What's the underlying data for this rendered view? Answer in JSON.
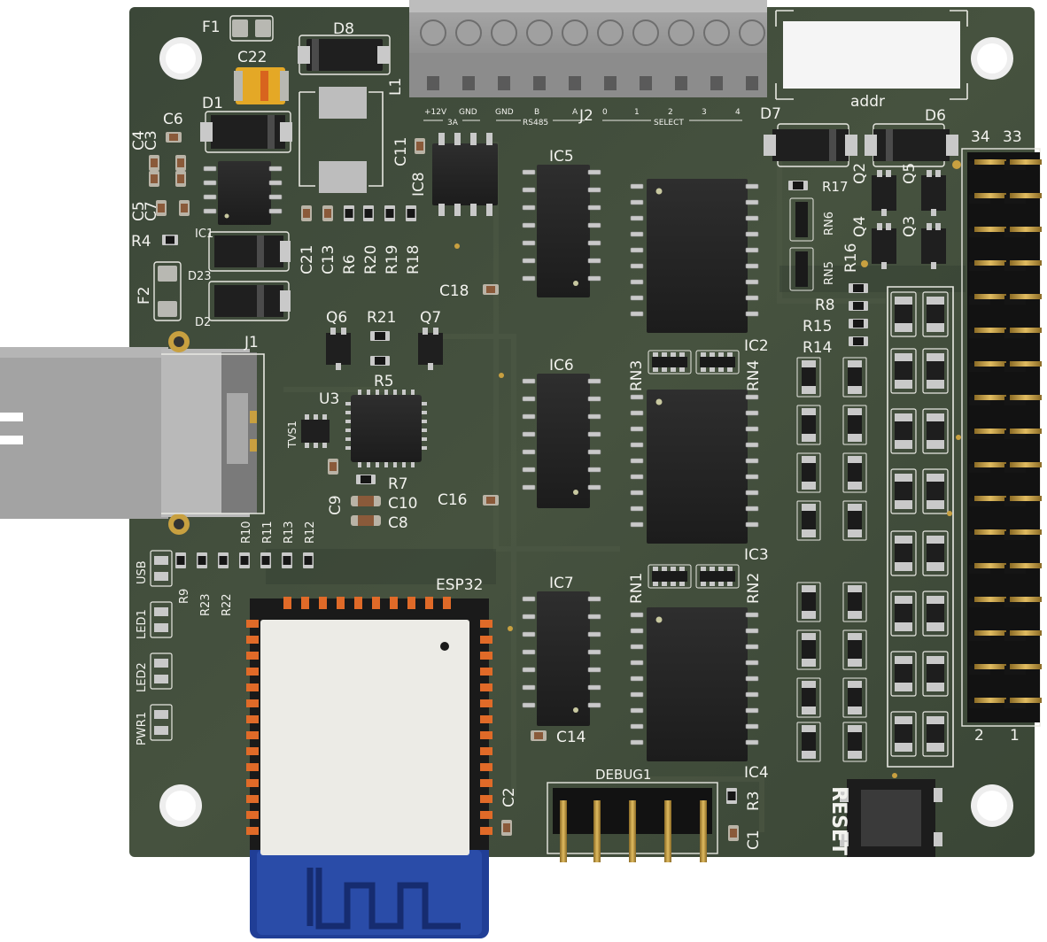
{
  "board": {
    "colors": {
      "pcb": "#3e4a3a",
      "silkscreen": "#f2f2ee",
      "ic_body": "#262626",
      "pin": "#c9c9c9",
      "gold": "#c8a040",
      "esp_shield": "#ecebe6",
      "esp_pads": "#e06a28",
      "antenna": "#203e96",
      "connector": "#9a9a9a"
    },
    "labels": {
      "F1": "F1",
      "D8": "D8",
      "C22": "C22",
      "D1": "D1",
      "L1": "L1",
      "C6": "C6",
      "C4": "C4",
      "C3": "C3",
      "C11": "C11",
      "IC8": "IC8",
      "C5": "C5",
      "C7": "C7",
      "R4": "R4",
      "IC1": "IC1",
      "D23": "D23",
      "F2": "F2",
      "D2": "D2",
      "C21": "C21",
      "C13": "C13",
      "R6": "R6",
      "R20": "R20",
      "R19": "R19",
      "R18": "R18",
      "J1": "J1",
      "Q6": "Q6",
      "R21": "R21",
      "Q7": "Q7",
      "U3": "U3",
      "R5": "R5",
      "TVS1": "TVS1",
      "C9": "C9",
      "R7": "R7",
      "C10": "C10",
      "C8": "C8",
      "R10": "R10",
      "R11": "R11",
      "R13": "R13",
      "R12": "R12",
      "USB": "USB",
      "R9": "R9",
      "R23": "R23",
      "R22": "R22",
      "LED1": "LED1",
      "LED2": "LED2",
      "PWR1": "PWR1",
      "ESP32": "ESP32",
      "C2": "C2",
      "IC5": "IC5",
      "IC6": "IC6",
      "IC7": "IC7",
      "C18": "C18",
      "C16": "C16",
      "C14": "C14",
      "IC2": "IC2",
      "IC3": "IC3",
      "IC4": "IC4",
      "RN1": "RN1",
      "RN2": "RN2",
      "RN3": "RN3",
      "RN4": "RN4",
      "RN5": "RN5",
      "RN6": "RN6",
      "R17": "R17",
      "R16": "R16",
      "R8": "R8",
      "R15": "R15",
      "R14": "R14",
      "Q2": "Q2",
      "Q5": "Q5",
      "Q4": "Q4",
      "Q3": "Q3",
      "D7": "D7",
      "D6": "D6",
      "addr": "addr",
      "J2": "J2",
      "DEBUG1": "DEBUG1",
      "R3": "R3",
      "C1": "C1",
      "RESET": "RESET",
      "hdr_34": "34",
      "hdr_33": "33",
      "hdr_2": "2",
      "hdr_1": "1"
    },
    "terminal_labels": {
      "v12": "+12V",
      "gnd1": "GND",
      "amp": "3A",
      "gnd2": "GND",
      "b": "B",
      "a": "A",
      "rs485": "RS485",
      "s0": "0",
      "s1": "1",
      "s2": "2",
      "s3": "3",
      "s4": "4",
      "select": "SELECT"
    }
  }
}
